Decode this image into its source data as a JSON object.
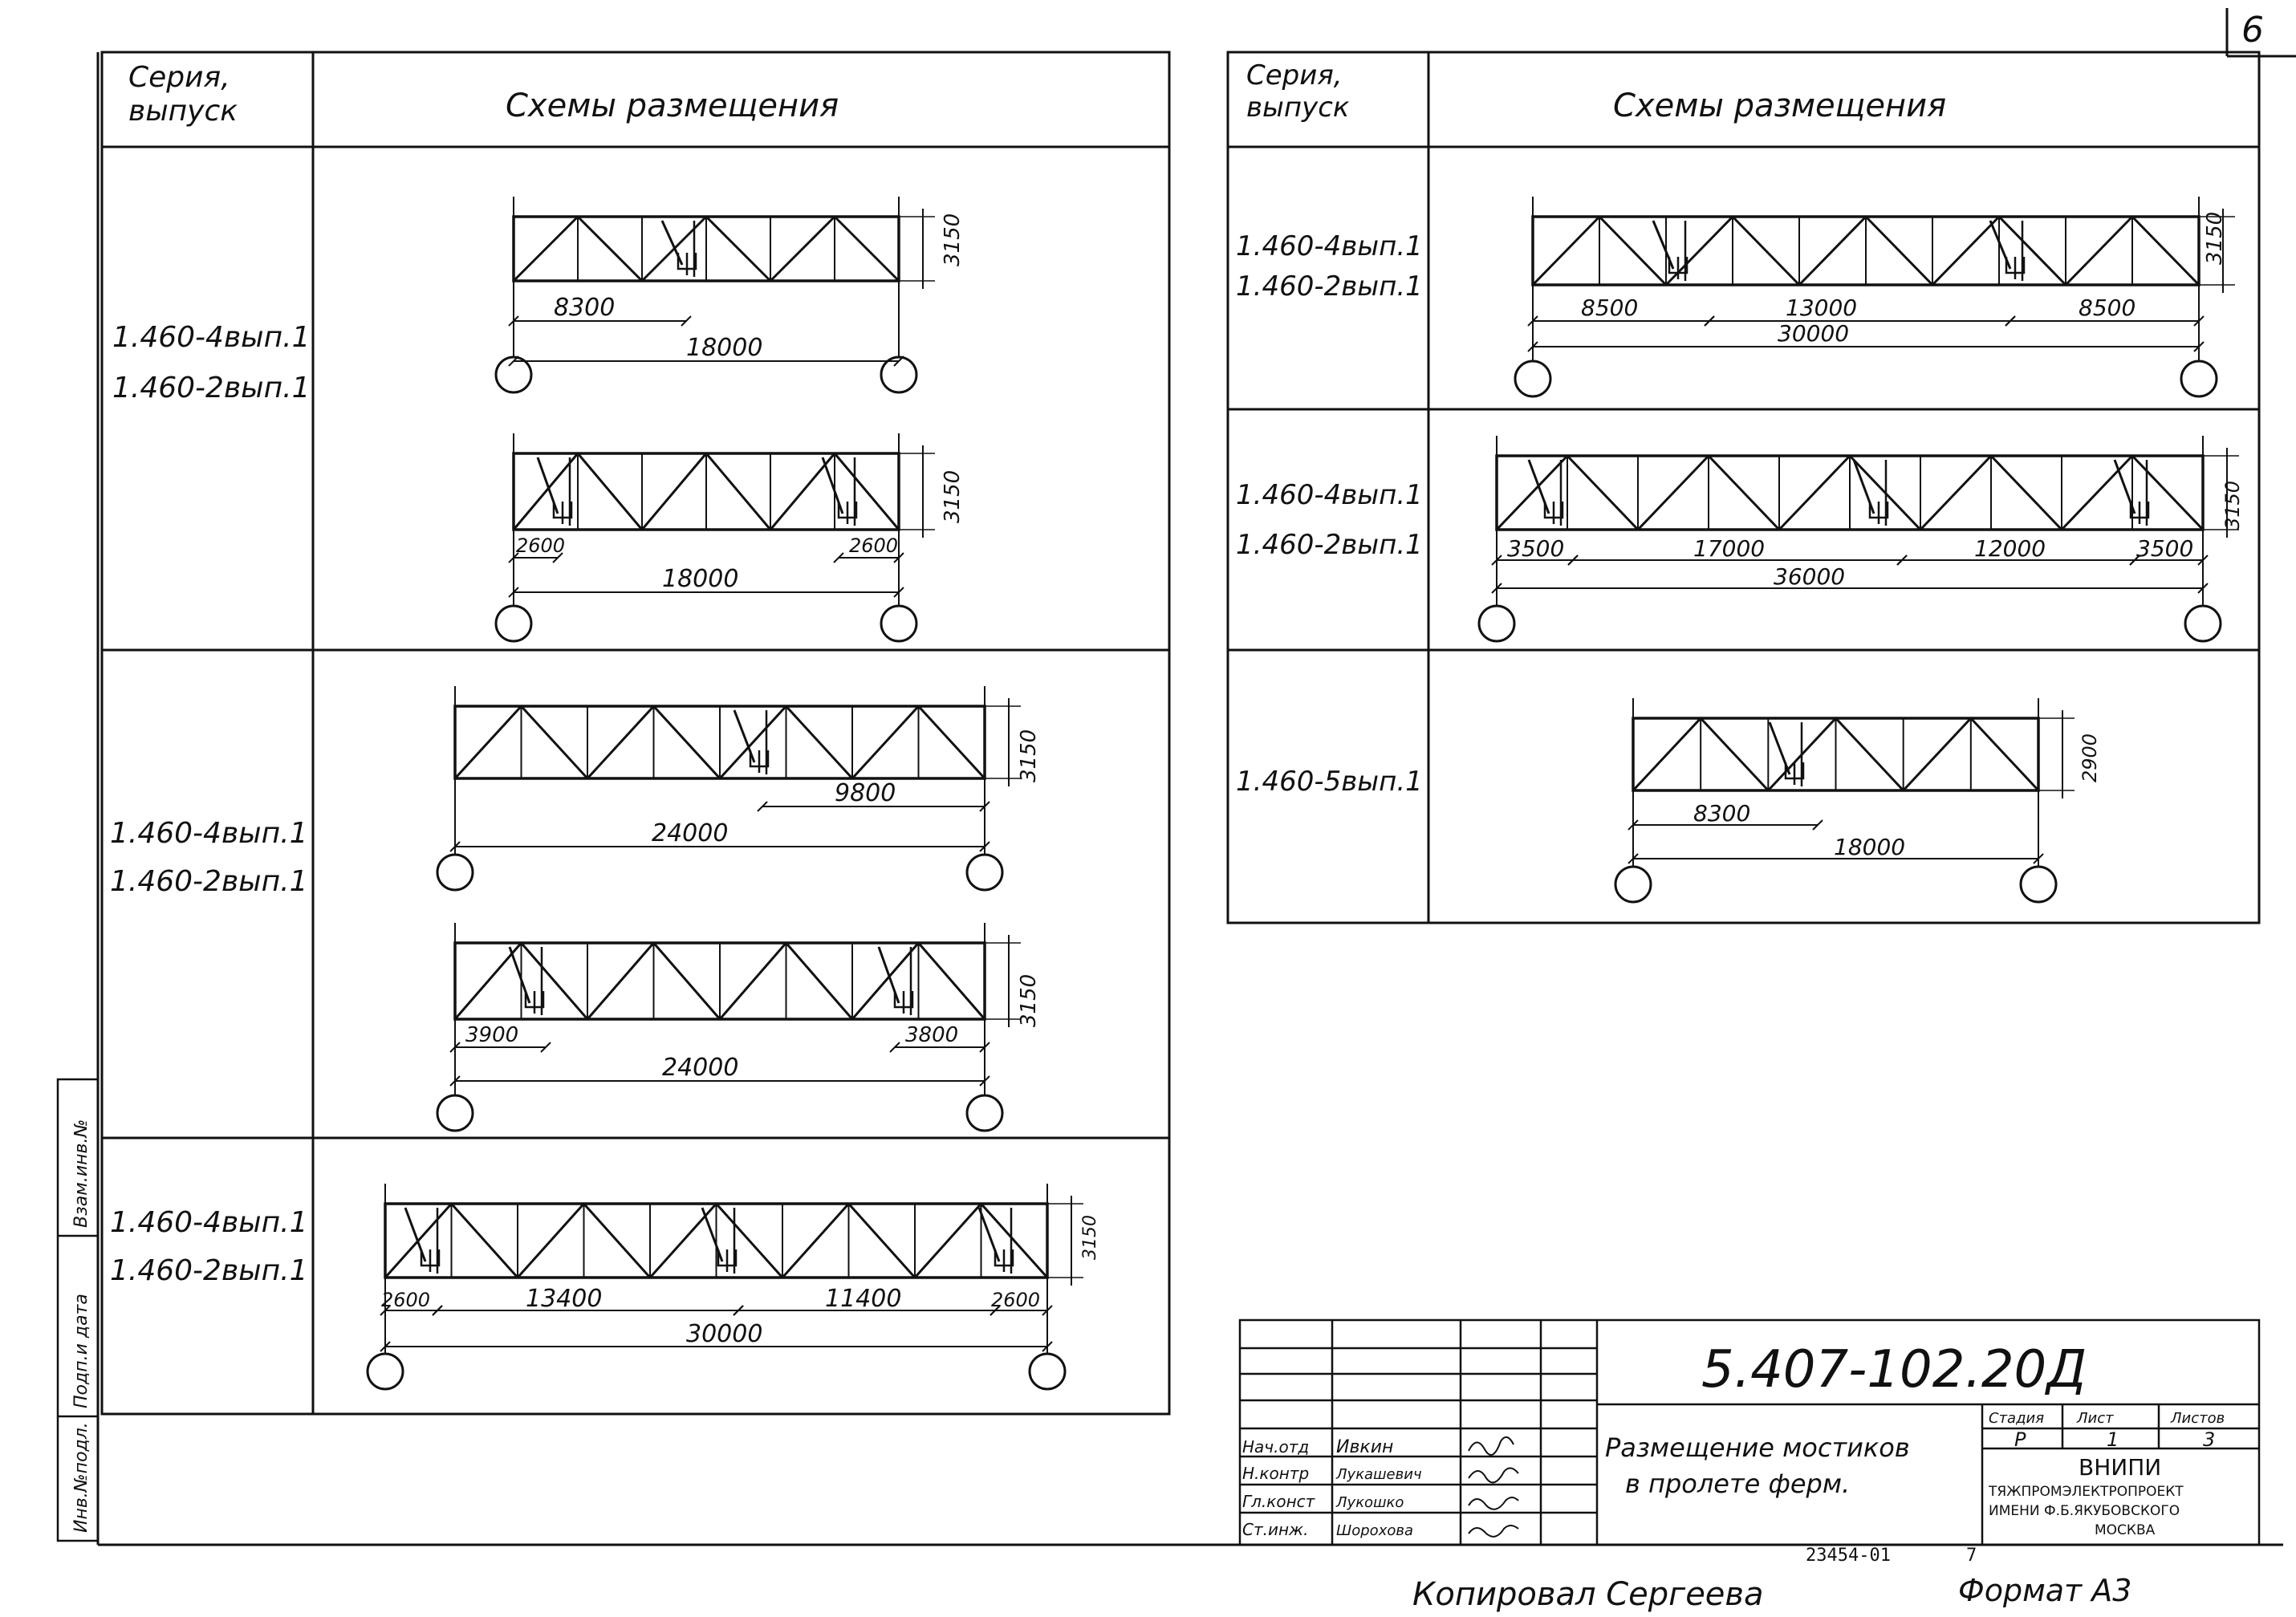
{
  "sheet_number": "6",
  "left_table": {
    "header_series": [
      "Серия,",
      "выпуск"
    ],
    "header_schemes": "Схемы размещения",
    "rows": [
      {
        "series": [
          "1.460-4вып.1",
          "1.460-2вып.1"
        ],
        "diagrams": [
          {
            "height": "3150",
            "dims": [
              "8300",
              "18000"
            ]
          },
          {
            "height": "3150",
            "dims": [
              "2600",
              "2600",
              "18000"
            ]
          }
        ]
      },
      {
        "series": [
          "1.460-4вып.1",
          "1.460-2вып.1"
        ],
        "diagrams": [
          {
            "height": "3150",
            "dims": [
              "9800",
              "24000"
            ]
          },
          {
            "height": "3150",
            "dims": [
              "3900",
              "3800",
              "24000"
            ]
          }
        ]
      },
      {
        "series": [
          "1.460-4вып.1",
          "1.460-2вып.1"
        ],
        "diagrams": [
          {
            "height": "3150",
            "dims": [
              "2600",
              "13400",
              "11400",
              "2600",
              "30000"
            ]
          }
        ]
      }
    ]
  },
  "right_table": {
    "header_series": [
      "Серия,",
      "выпуск"
    ],
    "header_schemes": "Схемы размещения",
    "rows": [
      {
        "series": [
          "1.460-4вып.1",
          "1.460-2вып.1"
        ],
        "diagram": {
          "height": "3150",
          "dims": [
            "8500",
            "13000",
            "8500",
            "30000"
          ]
        }
      },
      {
        "series": [
          "1.460-4вып.1",
          "1.460-2вып.1"
        ],
        "diagram": {
          "height": "3150",
          "dims": [
            "3500",
            "17000",
            "12000",
            "3500",
            "36000"
          ]
        }
      },
      {
        "series": [
          "1.460-5вып.1"
        ],
        "diagram": {
          "height": "2900",
          "dims": [
            "8300",
            "18000"
          ]
        }
      }
    ]
  },
  "side_stamp": [
    "Инв.№подл.",
    "Подп.и дата",
    "Взам.инв.№"
  ],
  "title_block": {
    "doc_code": "5.407-102.20Д",
    "title": [
      "Размещение мостиков",
      "в пролете ферм."
    ],
    "roles": [
      "Нач.отд",
      "Н.контр",
      "Гл.конст",
      "Ст.инж."
    ],
    "names": [
      "Ивкин",
      "Лукашевич",
      "Лукошко",
      "Шорохова"
    ],
    "headers": [
      "Стадия",
      "Лист",
      "Листов"
    ],
    "stage": "Р",
    "sheet": "1",
    "sheets": "3",
    "org": [
      "ВНИПИ",
      "ТЯЖПРОМЭЛЕКТРОПРОЕКТ",
      "ИМЕНИ Ф.Б.ЯКУБОВСКОГО",
      "МОСКВА"
    ]
  },
  "copy_number": "23454-01",
  "copy_page": "7",
  "copied_by": "Копировал Сергеева",
  "format": "Формат А3"
}
